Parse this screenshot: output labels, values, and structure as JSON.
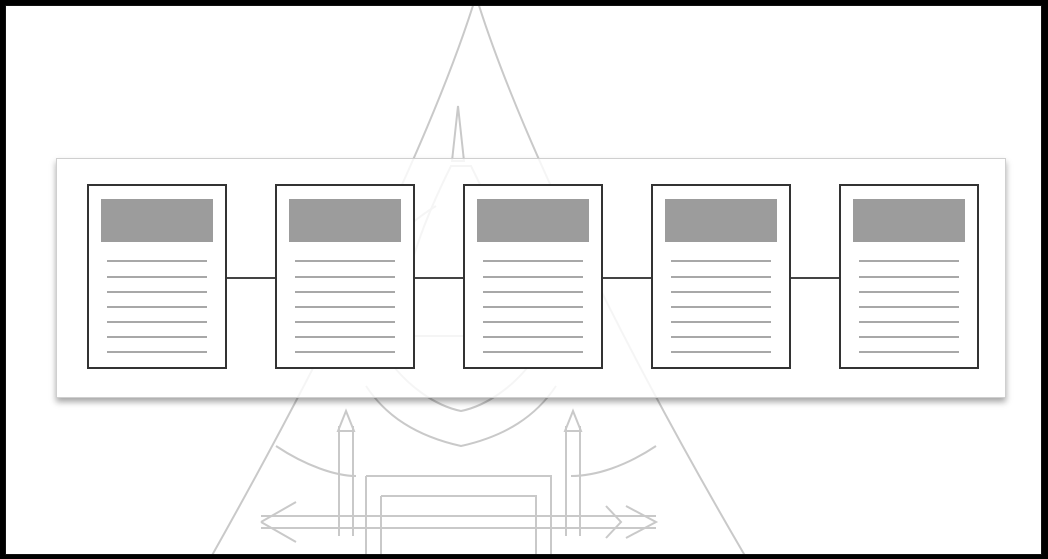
{
  "diagram": {
    "type": "linked-document-sequence",
    "document_count": 5,
    "lines_per_document": 7,
    "colors": {
      "page_border": "#333333",
      "header_block": "#9c9c9c",
      "text_line": "#a8a8a8",
      "connector": "#444444",
      "watermark": "#c9c9c9"
    }
  },
  "watermark": {
    "kind": "university-seal-emblem",
    "icon": "seal-watermark-icon"
  }
}
